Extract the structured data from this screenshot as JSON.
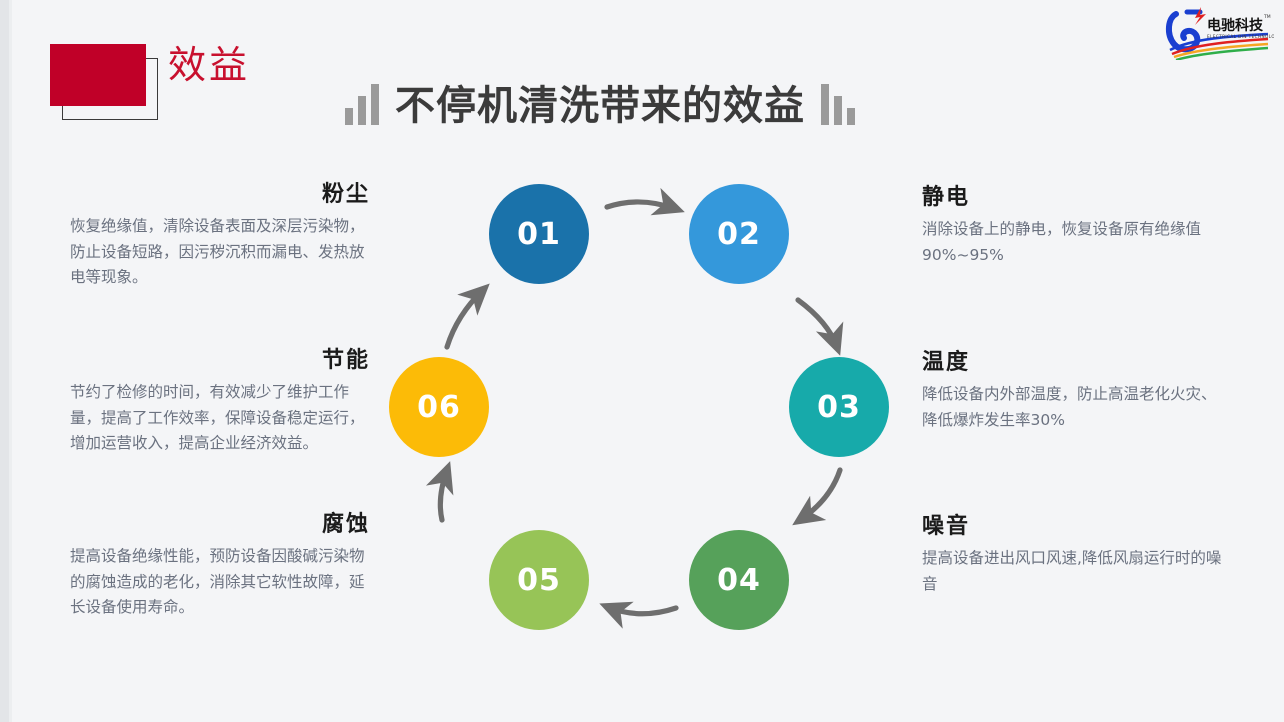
{
  "header": {
    "badge_label": "效益",
    "title": "不停机清洗带来的效益",
    "logo_cn": "电驰科技",
    "logo_en": "ELECTRICAL DIN TECHNOLOGY",
    "logo_tm": "TM"
  },
  "colors": {
    "background": "#f4f5f7",
    "badge_red": "#c00028",
    "badge_text": "#c8102e",
    "title": "#3b3b3b",
    "body_text": "#6b7280",
    "heading_text": "#1b1b1b",
    "arrow": "#6e6e6e",
    "step_01": "#1a72aa",
    "step_02": "#3498db",
    "step_03": "#17aaaa",
    "step_04": "#56a15a",
    "step_05": "#97c457",
    "step_06": "#fcbb07"
  },
  "cycle": {
    "steps": [
      {
        "number": "01",
        "color": "#1a72aa"
      },
      {
        "number": "02",
        "color": "#3498db"
      },
      {
        "number": "03",
        "color": "#17aaaa"
      },
      {
        "number": "04",
        "color": "#56a15a"
      },
      {
        "number": "05",
        "color": "#97c457"
      },
      {
        "number": "06",
        "color": "#fcbb07"
      }
    ]
  },
  "benefits": {
    "dust": {
      "title": "粉尘",
      "text": "恢复绝缘值，清除设备表面及深层污染物，防止设备短路，因污秽沉积而漏电、发热放电等现象。"
    },
    "energy": {
      "title": "节能",
      "text": "节约了检修的时间，有效减少了维护工作量，提高了工作效率，保障设备稳定运行，增加运营收入，提高企业经济效益。"
    },
    "corrosion": {
      "title": "腐蚀",
      "text": "提高设备绝缘性能，预防设备因酸碱污染物的腐蚀造成的老化，消除其它软性故障，延长设备使用寿命。"
    },
    "static": {
      "title": "静电",
      "text": "消除设备上的静电，恢复设备原有绝缘值90%~95%"
    },
    "temperature": {
      "title": "温度",
      "text": "降低设备内外部温度，防止高温老化火灾、降低爆炸发生率30%"
    },
    "noise": {
      "title": "噪音",
      "text": "提高设备进出风口风速,降低风扇运行时的噪音"
    }
  }
}
